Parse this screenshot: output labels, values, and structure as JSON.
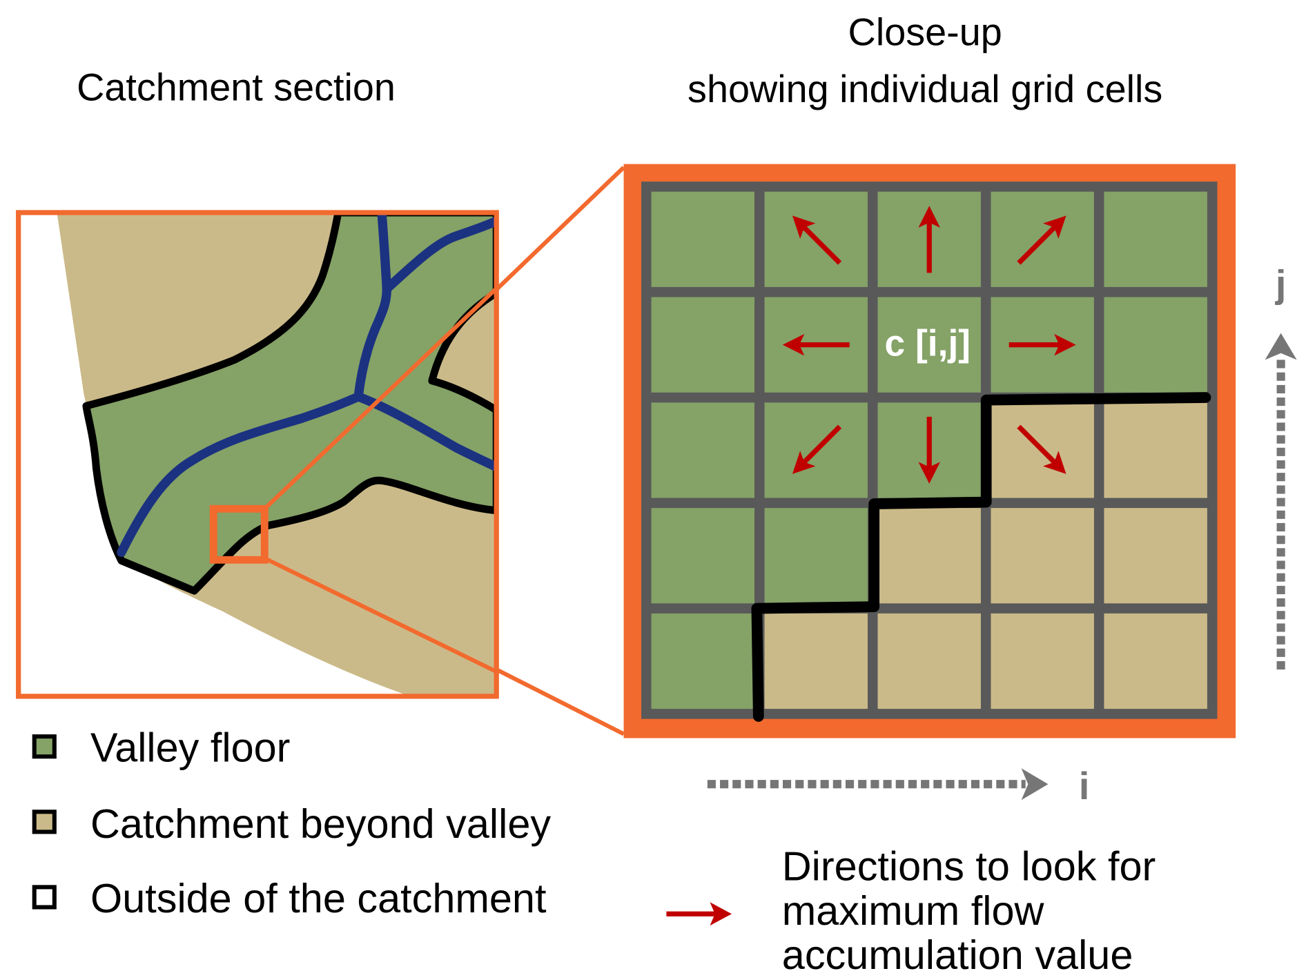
{
  "titles": {
    "left": "Catchment section",
    "right_line1": "Close-up",
    "right_line2": "showing individual grid cells"
  },
  "colors": {
    "valley_floor": "#85a267",
    "catchment_beyond_valley": "#cbba89",
    "outside": "#ffffff",
    "frame_orange": "#f26a2e",
    "river_blue": "#1b3281",
    "boundary_black": "#000000",
    "grid_line": "#595959",
    "arrow_red": "#c00000",
    "axis_gray": "#767676"
  },
  "grid": {
    "rows": 5,
    "cols": 5,
    "cells": [
      [
        "valley",
        "valley",
        "valley",
        "valley",
        "valley"
      ],
      [
        "valley",
        "valley",
        "valley",
        "valley",
        "valley"
      ],
      [
        "valley",
        "valley",
        "valley",
        "beyond",
        "beyond"
      ],
      [
        "valley",
        "valley",
        "beyond",
        "beyond",
        "beyond"
      ],
      [
        "valley",
        "beyond",
        "beyond",
        "beyond",
        "beyond"
      ]
    ],
    "center_label": "c [i,j]",
    "center_cell": [
      1,
      2
    ],
    "arrow_directions": [
      "NW",
      "N",
      "NE",
      "W",
      "E",
      "SW",
      "S",
      "SE"
    ]
  },
  "axes": {
    "i_label": "i",
    "j_label": "j"
  },
  "legend": {
    "items": [
      {
        "label": "Valley floor",
        "swatch": "valley"
      },
      {
        "label": "Catchment beyond valley",
        "swatch": "beyond"
      },
      {
        "label": "Outside of the catchment",
        "swatch": "outside"
      }
    ],
    "arrow_legend_lines": [
      "Directions to look for",
      "maximum flow",
      "accumulation value"
    ]
  }
}
